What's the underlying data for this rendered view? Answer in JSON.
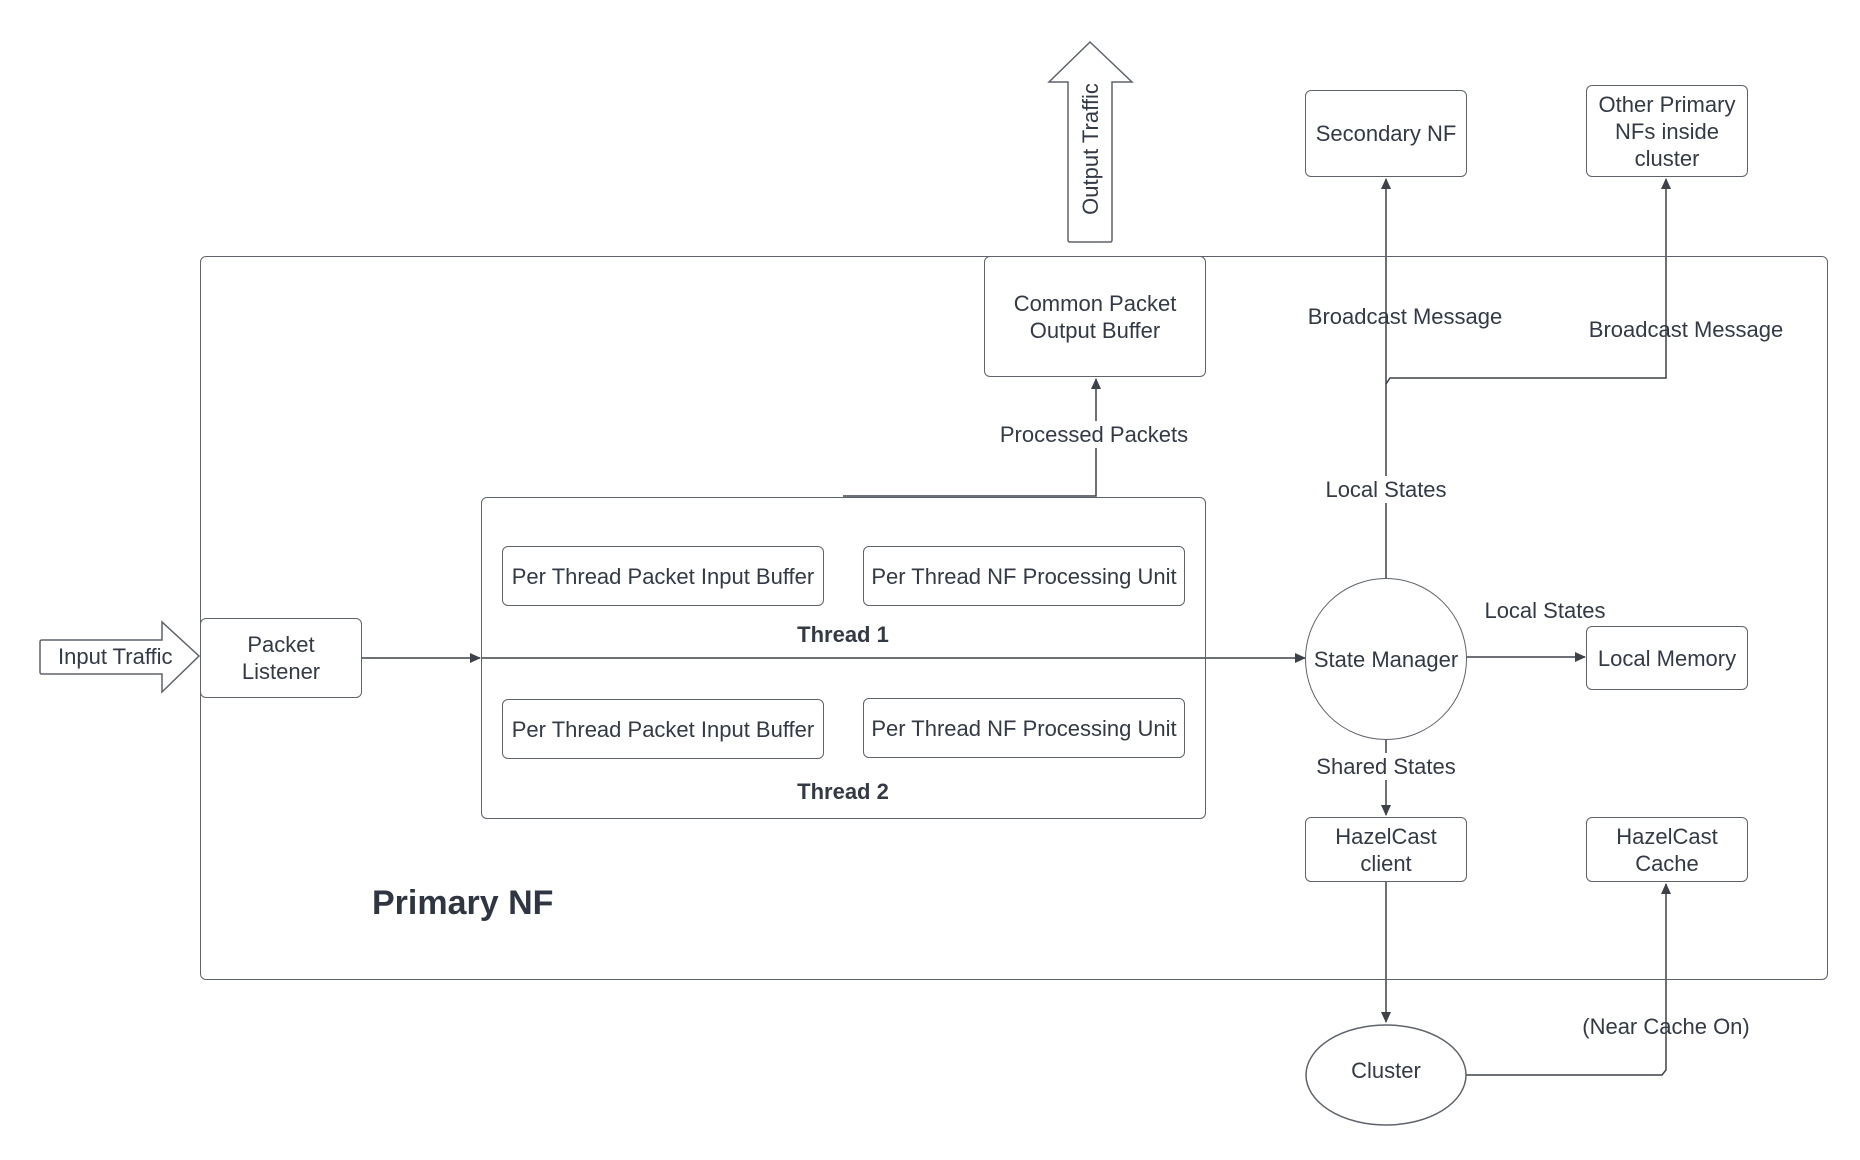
{
  "colors": {
    "stroke": "#5e636b",
    "text": "#333a45"
  },
  "diagram": {
    "container_title": "Primary NF",
    "input_traffic": "Input Traffic",
    "output_traffic": "Output Traffic",
    "packet_listener": "Packet\nListener",
    "common_output_buffer": "Common Packet\nOutput Buffer",
    "threads": [
      {
        "label": "Thread 1",
        "input_buffer": "Per Thread Packet Input Buffer",
        "processing_unit": "Per Thread NF Processing Unit"
      },
      {
        "label": "Thread 2",
        "input_buffer": "Per Thread Packet Input Buffer",
        "processing_unit": "Per Thread NF Processing Unit"
      }
    ],
    "state_manager": "State Manager",
    "local_memory": "Local Memory",
    "hazelcast_client": "HazelCast\nclient",
    "hazelcast_cache": "HazelCast\nCache",
    "cluster": "Cluster",
    "secondary_nf": "Secondary NF",
    "other_primary_nfs": "Other Primary\nNFs inside\ncluster",
    "edge_labels": {
      "processed_packets": "Processed Packets",
      "broadcast_message_1": "Broadcast Message",
      "broadcast_message_2": "Broadcast Message",
      "local_states_up": "Local States",
      "local_states_right": "Local States",
      "shared_states": "Shared States",
      "near_cache_on": "(Near Cache On)"
    }
  }
}
